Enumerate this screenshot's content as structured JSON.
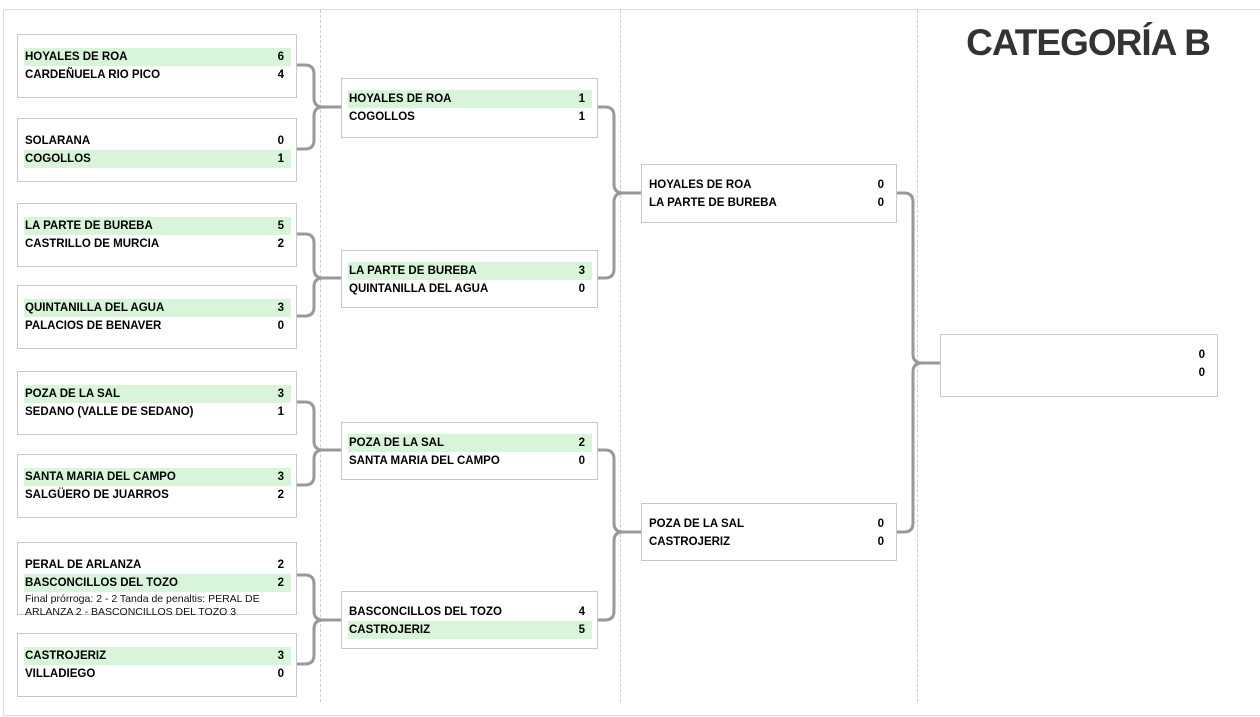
{
  "title": "CATEGORÍA B",
  "colors": {
    "winner_bg": "#d9f5d9",
    "box_border": "#c8c8c8",
    "connector": "#999999",
    "separator": "#cccccc",
    "page_border": "#dddddd",
    "title_color": "#333333",
    "team_text": "#000000"
  },
  "rounds": [
    {
      "matches": [
        {
          "home": {
            "name": "HOYALES DE ROA",
            "score": "6",
            "winner": true
          },
          "away": {
            "name": "CARDEÑUELA RIO PICO",
            "score": "4",
            "winner": false
          }
        },
        {
          "home": {
            "name": "SOLARANA",
            "score": "0",
            "winner": false
          },
          "away": {
            "name": "COGOLLOS",
            "score": "1",
            "winner": true
          }
        },
        {
          "home": {
            "name": "LA PARTE DE BUREBA",
            "score": "5",
            "winner": true
          },
          "away": {
            "name": "CASTRILLO DE MURCIA",
            "score": "2",
            "winner": false
          }
        },
        {
          "home": {
            "name": "QUINTANILLA DEL AGUA",
            "score": "3",
            "winner": true
          },
          "away": {
            "name": "PALACIOS DE BENAVER",
            "score": "0",
            "winner": false
          }
        },
        {
          "home": {
            "name": "POZA DE LA SAL",
            "score": "3",
            "winner": true
          },
          "away": {
            "name": "SEDANO (VALLE DE SEDANO)",
            "score": "1",
            "winner": false
          }
        },
        {
          "home": {
            "name": "SANTA MARIA DEL CAMPO",
            "score": "3",
            "winner": true
          },
          "away": {
            "name": "SALGÜERO DE JUARROS",
            "score": "2",
            "winner": false
          }
        },
        {
          "home": {
            "name": "PERAL DE ARLANZA",
            "score": "2",
            "winner": false
          },
          "away": {
            "name": "BASCONCILLOS DEL TOZO",
            "score": "2",
            "winner": true
          },
          "note": "Final prórroga: 2 - 2 Tanda de penaltis: PERAL DE ARLANZA 2 - BASCONCILLOS DEL TOZO 3"
        },
        {
          "home": {
            "name": "CASTROJERIZ",
            "score": "3",
            "winner": true
          },
          "away": {
            "name": "VILLADIEGO",
            "score": "0",
            "winner": false
          }
        }
      ]
    },
    {
      "matches": [
        {
          "home": {
            "name": "HOYALES DE ROA",
            "score": "1",
            "winner": true
          },
          "away": {
            "name": "COGOLLOS",
            "score": "1",
            "winner": false
          }
        },
        {
          "home": {
            "name": "LA PARTE DE BUREBA",
            "score": "3",
            "winner": true
          },
          "away": {
            "name": "QUINTANILLA DEL AGUA",
            "score": "0",
            "winner": false
          }
        },
        {
          "home": {
            "name": "POZA DE LA SAL",
            "score": "2",
            "winner": true
          },
          "away": {
            "name": "SANTA MARIA DEL CAMPO",
            "score": "0",
            "winner": false
          }
        },
        {
          "home": {
            "name": "BASCONCILLOS DEL TOZO",
            "score": "4",
            "winner": false
          },
          "away": {
            "name": "CASTROJERIZ",
            "score": "5",
            "winner": true
          }
        }
      ]
    },
    {
      "matches": [
        {
          "home": {
            "name": "HOYALES DE ROA",
            "score": "0",
            "winner": false
          },
          "away": {
            "name": "LA PARTE DE BUREBA",
            "score": "0",
            "winner": false
          }
        },
        {
          "home": {
            "name": "POZA DE LA SAL",
            "score": "0",
            "winner": false
          },
          "away": {
            "name": "CASTROJERIZ",
            "score": "0",
            "winner": false
          }
        }
      ]
    },
    {
      "matches": [
        {
          "home": {
            "name": "",
            "score": "0",
            "winner": false
          },
          "away": {
            "name": "",
            "score": "0",
            "winner": false
          }
        }
      ]
    }
  ]
}
